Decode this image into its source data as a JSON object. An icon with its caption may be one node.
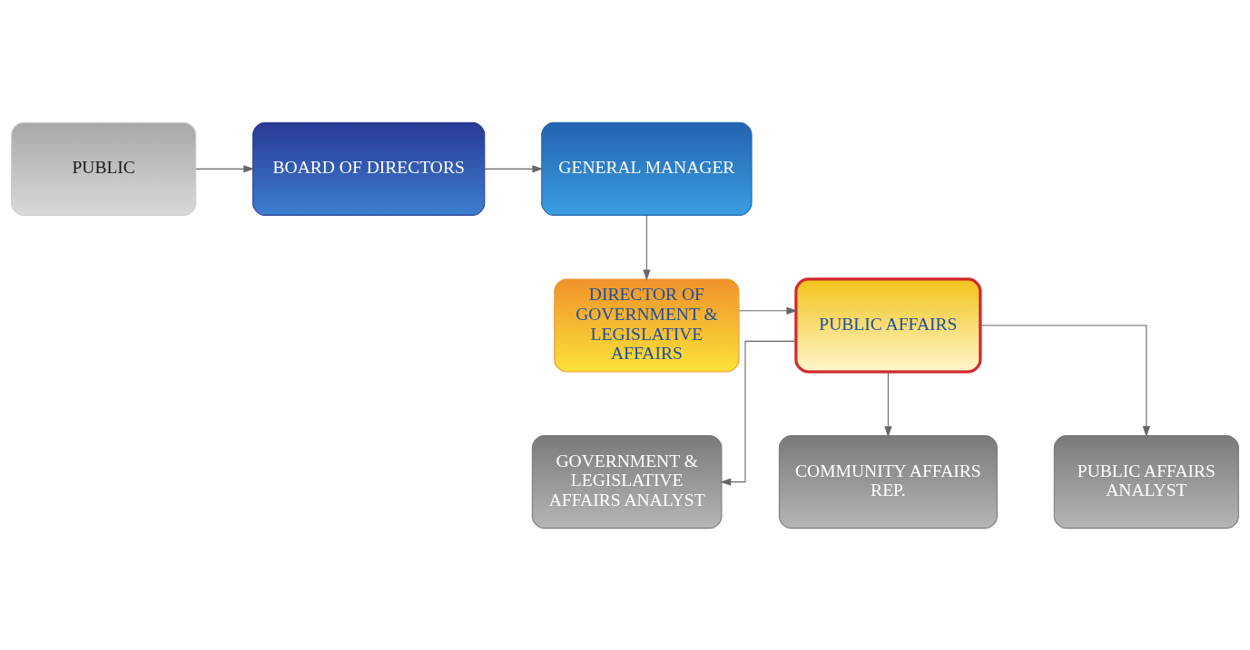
{
  "diagram": {
    "nodes": [
      {
        "text": [
          "PUBLIC"
        ]
      },
      {
        "text": [
          "BOARD OF DIRECTORS"
        ]
      },
      {
        "text": [
          "GENERAL MANAGER"
        ]
      },
      {
        "text": [
          "DIRECTOR OF GOVERNMENT & LEGISLATIVE AFFAIRS"
        ]
      },
      {
        "text": [
          "PUBLIC AFFAIRS"
        ]
      },
      {
        "text": [
          "GOVERNMENT & LEGISLATIVE AFFAIRS ANALYST"
        ]
      },
      {
        "text": [
          "COMMUNITY AFFAIRS REP."
        ]
      },
      {
        "text": [
          "PUBLIC AFFAIRS ANALYST"
        ]
      }
    ],
    "edges": [
      {
        "from": 0,
        "to": 1,
        "arrow": "to"
      },
      {
        "from": 1,
        "to": 2,
        "arrow": "to"
      },
      {
        "from": 2,
        "to": 3,
        "arrow": "to"
      },
      {
        "from": 3,
        "to": 4,
        "arrow": "to"
      },
      {
        "from": 4,
        "to": 5,
        "arrow": "to"
      },
      {
        "from": 4,
        "to": 6,
        "arrow": "to"
      },
      {
        "from": 4,
        "to": 7,
        "arrow": "to"
      }
    ]
  }
}
